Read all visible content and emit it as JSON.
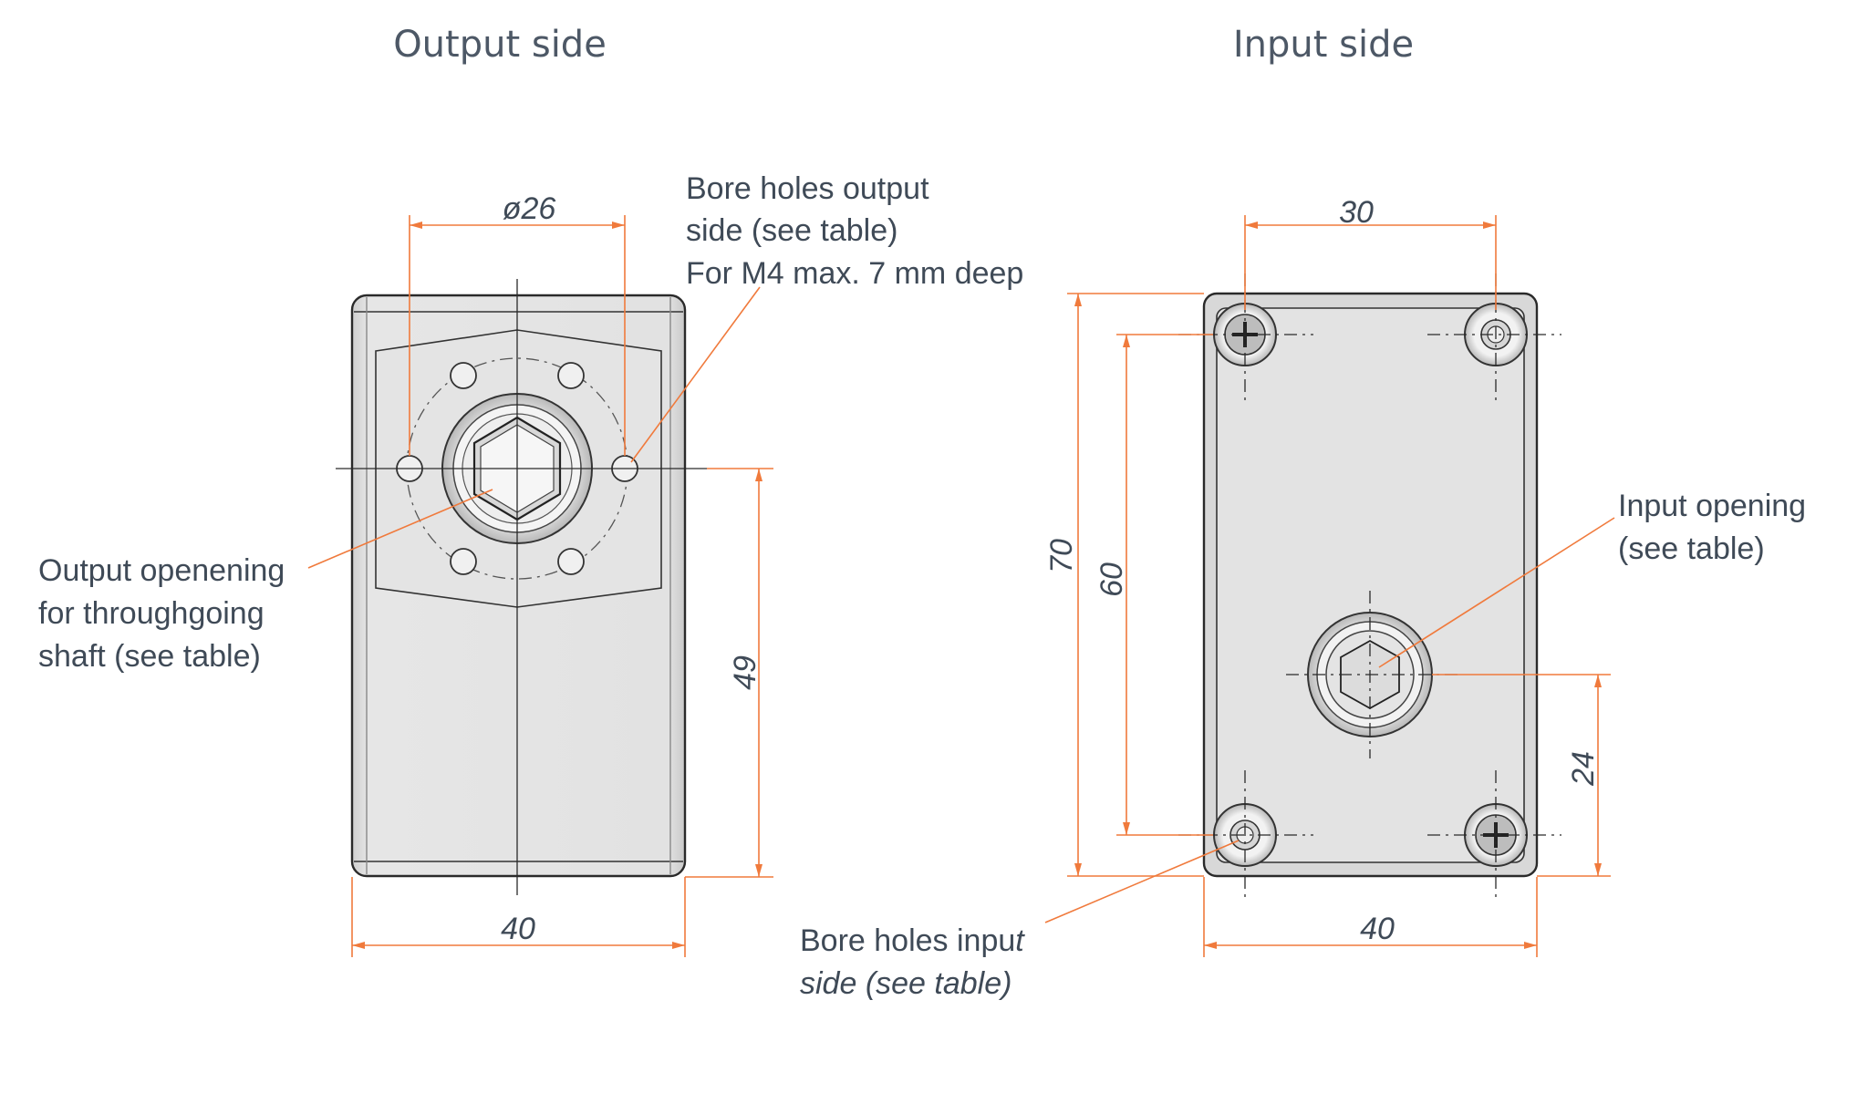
{
  "headings": {
    "output": "Output side",
    "input": "Input side"
  },
  "output_view": {
    "dim_diameter": "ø26",
    "dim_width": "40",
    "dim_height": "49",
    "bore_label_line1": "Bore holes output",
    "bore_label_line2": "side (see table)",
    "bore_label_line3": "For M4 max. 7 mm deep",
    "opening_label_line1": "Output openening",
    "opening_label_line2": "for throughgoing",
    "opening_label_line3": "shaft (see table)"
  },
  "input_view": {
    "dim_top": "30",
    "dim_70": "70",
    "dim_60": "60",
    "dim_24": "24",
    "dim_width": "40",
    "opening_label_line1": "Input opening",
    "opening_label_line2": "(see table)",
    "bore_label_line1_a": "Bore holes inpu",
    "bore_label_line1_b": "t",
    "bore_label_line2": "side (see table)"
  },
  "colors": {
    "dimension": "#f07a3c",
    "text": "#3f4a57",
    "body_fill": "#e2e2e2"
  }
}
